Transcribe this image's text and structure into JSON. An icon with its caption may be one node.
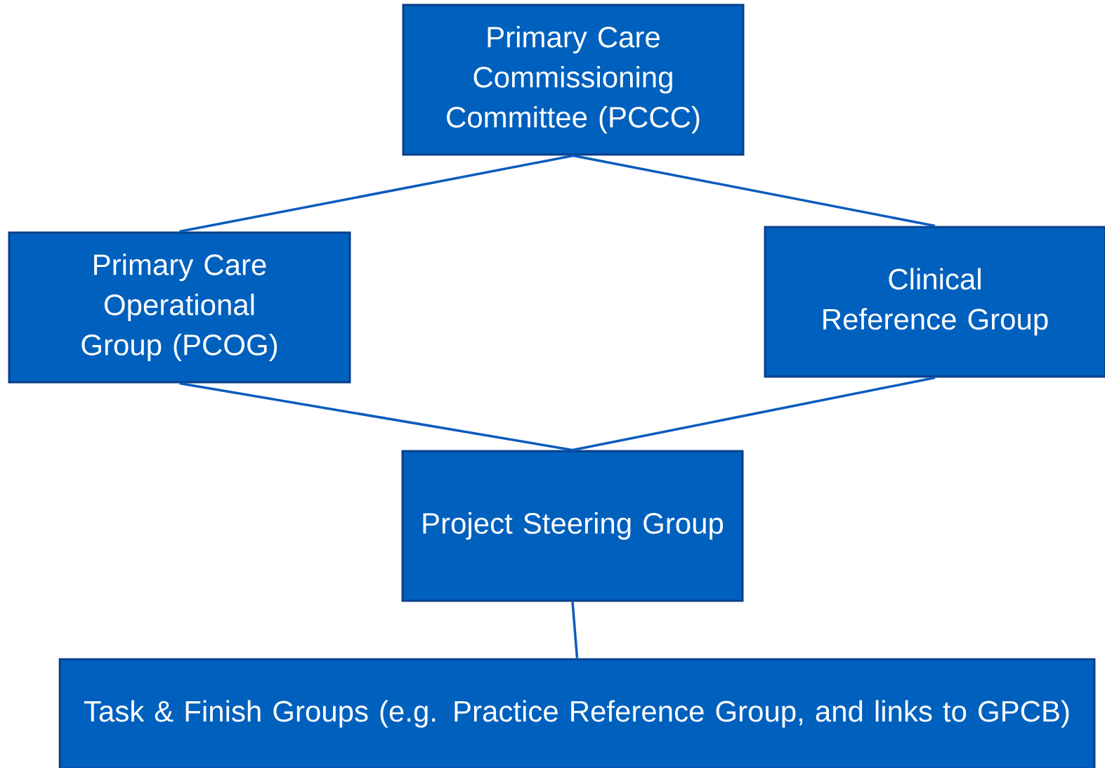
{
  "diagram": {
    "nodes": [
      {
        "text": [
          "Primary Care Commissioning Committee (PCCC)"
        ]
      },
      {
        "text": [
          "Primary Care Operational Group (PCOG)"
        ]
      },
      {
        "text": [
          "Clinical Reference Group"
        ]
      },
      {
        "text": [
          "Project Steering Group"
        ]
      },
      {
        "text": [
          "Task & Finish Groups (e.g. Practice Reference Group, and links to GPCB)"
        ]
      }
    ],
    "edges": [
      {
        "from": 0,
        "to": 1,
        "arrow": "none"
      },
      {
        "from": 0,
        "to": 2,
        "arrow": "none"
      },
      {
        "from": 1,
        "to": 3,
        "arrow": "none"
      },
      {
        "from": 2,
        "to": 3,
        "arrow": "none"
      },
      {
        "from": 3,
        "to": 4,
        "arrow": "none"
      }
    ]
  }
}
